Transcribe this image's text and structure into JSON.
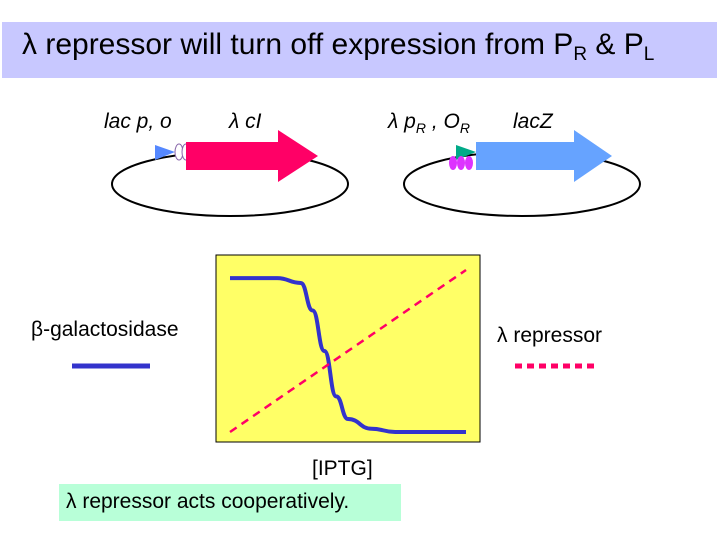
{
  "title": {
    "main": "λ repressor will turn off expression from P",
    "sub_r": "R",
    "amp": " & P",
    "sub_l": "L"
  },
  "plasmid_left": {
    "promoter_label": "lac p, o",
    "gene_label": "λ cI",
    "arrow_color": "#ff0066",
    "promoter_color": "#5588ff"
  },
  "plasmid_right": {
    "promoter_label": "λ p",
    "promoter_sub": "R",
    "comma": " , O",
    "operator_sub": "R",
    "gene_label": "lacZ",
    "arrow_color": "#66a3ff",
    "promoter_color": "#00aa88",
    "repressor_color": "#dd33ff"
  },
  "chart_data": {
    "type": "line",
    "xlabel": "[IPTG]",
    "plot_background": "#ffff66",
    "series": [
      {
        "name": "β-galactosidase",
        "color": "#3333cc",
        "style": "solid",
        "shape": "sigmoid-decreasing",
        "x": [
          0.0,
          0.2,
          0.3,
          0.35,
          0.4,
          0.45,
          0.5,
          0.6,
          0.7,
          1.0
        ],
        "y": [
          0.95,
          0.95,
          0.92,
          0.75,
          0.5,
          0.22,
          0.08,
          0.02,
          0.0,
          0.0
        ]
      },
      {
        "name": "λ repressor",
        "color": "#ff0066",
        "style": "dashed",
        "shape": "linear-increasing",
        "x": [
          0.0,
          1.0
        ],
        "y": [
          0.0,
          1.0
        ]
      }
    ]
  },
  "legend": {
    "left_label": "β-galactosidase",
    "right_label": "λ repressor"
  },
  "note": "λ repressor acts cooperatively.",
  "colors": {
    "title_bg": "#c8c8ff",
    "note_bg": "#b8ffd8"
  }
}
